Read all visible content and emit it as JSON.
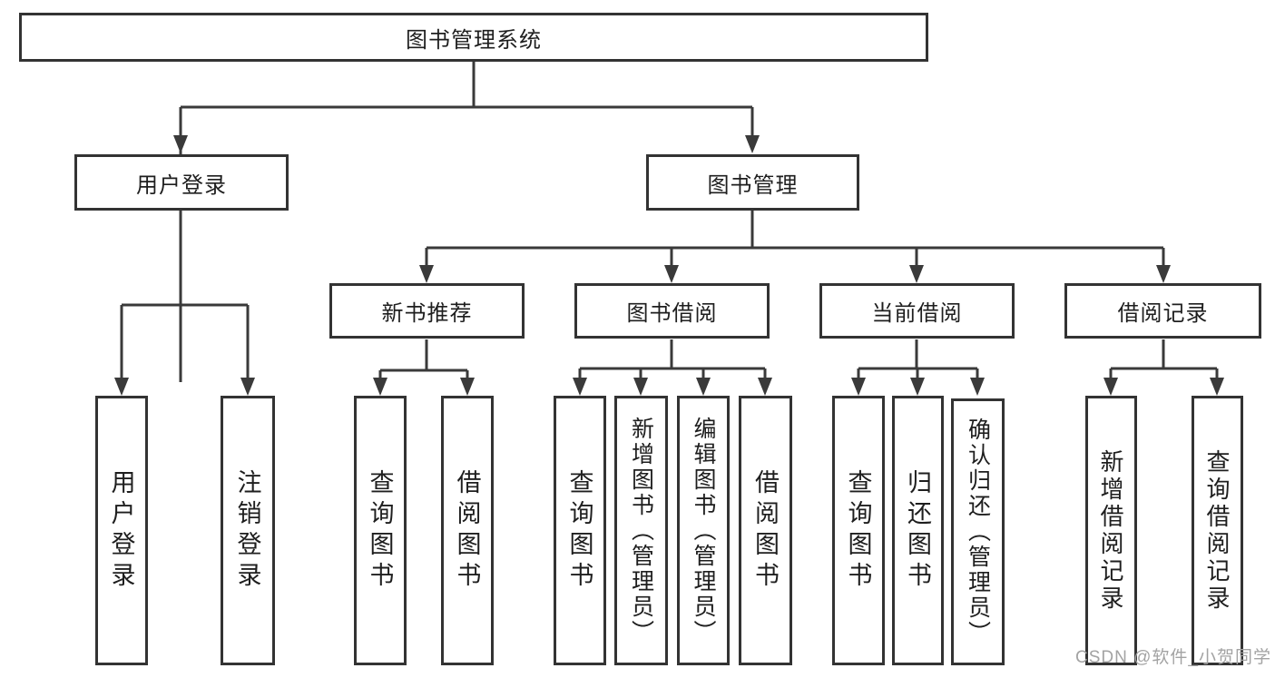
{
  "diagram": {
    "root": {
      "label": "图书管理系统"
    },
    "level2": [
      {
        "label": "用户登录"
      },
      {
        "label": "图书管理"
      }
    ],
    "level3": [
      {
        "label": "新书推荐"
      },
      {
        "label": "图书借阅"
      },
      {
        "label": "当前借阅"
      },
      {
        "label": "借阅记录"
      }
    ],
    "leaves": [
      {
        "label": "用户登录"
      },
      {
        "label": "注销登录"
      },
      {
        "label": "查询图书"
      },
      {
        "label": "借阅图书"
      },
      {
        "label": "查询图书"
      },
      {
        "label": "新增图书（管理员）"
      },
      {
        "label": "编辑图书（管理员）"
      },
      {
        "label": "借阅图书"
      },
      {
        "label": "查询图书"
      },
      {
        "label": "归还图书"
      },
      {
        "label": "确认归还（管理员）"
      },
      {
        "label": "新增借阅记录"
      },
      {
        "label": "查询借阅记录"
      }
    ],
    "watermark": "CSDN @软件_小贺同学",
    "colors": {
      "line": "#3a3a3a",
      "border": "#333333",
      "text": "#1e1e1e",
      "background": "#ffffff",
      "watermark": "#a3a3a3"
    }
  }
}
